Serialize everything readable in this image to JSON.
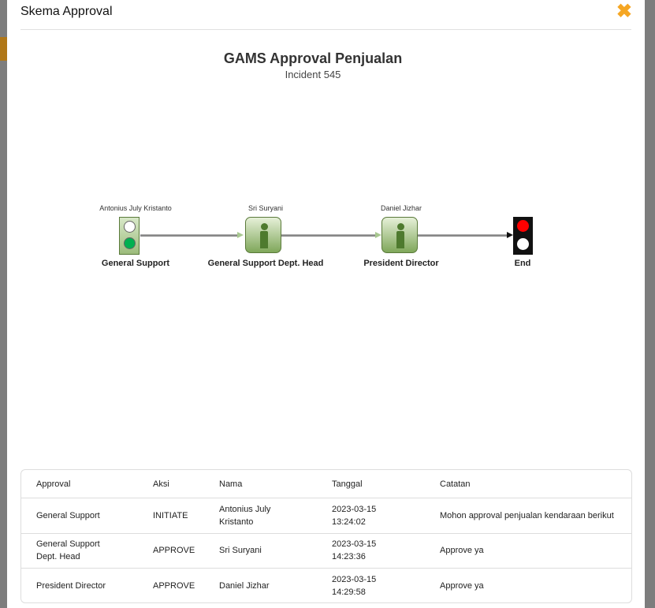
{
  "modal": {
    "title": "Skema Approval",
    "close_icon": "close-icon"
  },
  "diagram": {
    "title": "GAMS Approval Penjualan",
    "subtitle": "Incident 545",
    "nodes": [
      {
        "actor": "Antonius July Kristanto",
        "role": "General Support",
        "type": "start"
      },
      {
        "actor": "Sri Suryani",
        "role": "General Support Dept. Head",
        "type": "task"
      },
      {
        "actor": "Daniel Jizhar",
        "role": "President Director",
        "type": "task"
      },
      {
        "actor": "",
        "role": "End",
        "type": "end"
      }
    ]
  },
  "table": {
    "headers": [
      "Approval",
      "Aksi",
      "Nama",
      "Tanggal",
      "Catatan"
    ],
    "rows": [
      [
        "General Support",
        "INITIATE",
        "Antonius July Kristanto",
        "2023-03-15 13:24:02",
        "Mohon approval penjualan kendaraan berikut"
      ],
      [
        "General Support Dept. Head",
        "APPROVE",
        "Sri Suryani",
        "2023-03-15 14:23:36",
        "Approve ya"
      ],
      [
        "President Director",
        "APPROVE",
        "Daniel Jizhar",
        "2023-03-15 14:29:58",
        "Approve ya"
      ]
    ]
  },
  "colors": {
    "accent": "#f5a623",
    "green": "#00b050",
    "red": "#ff0000"
  }
}
